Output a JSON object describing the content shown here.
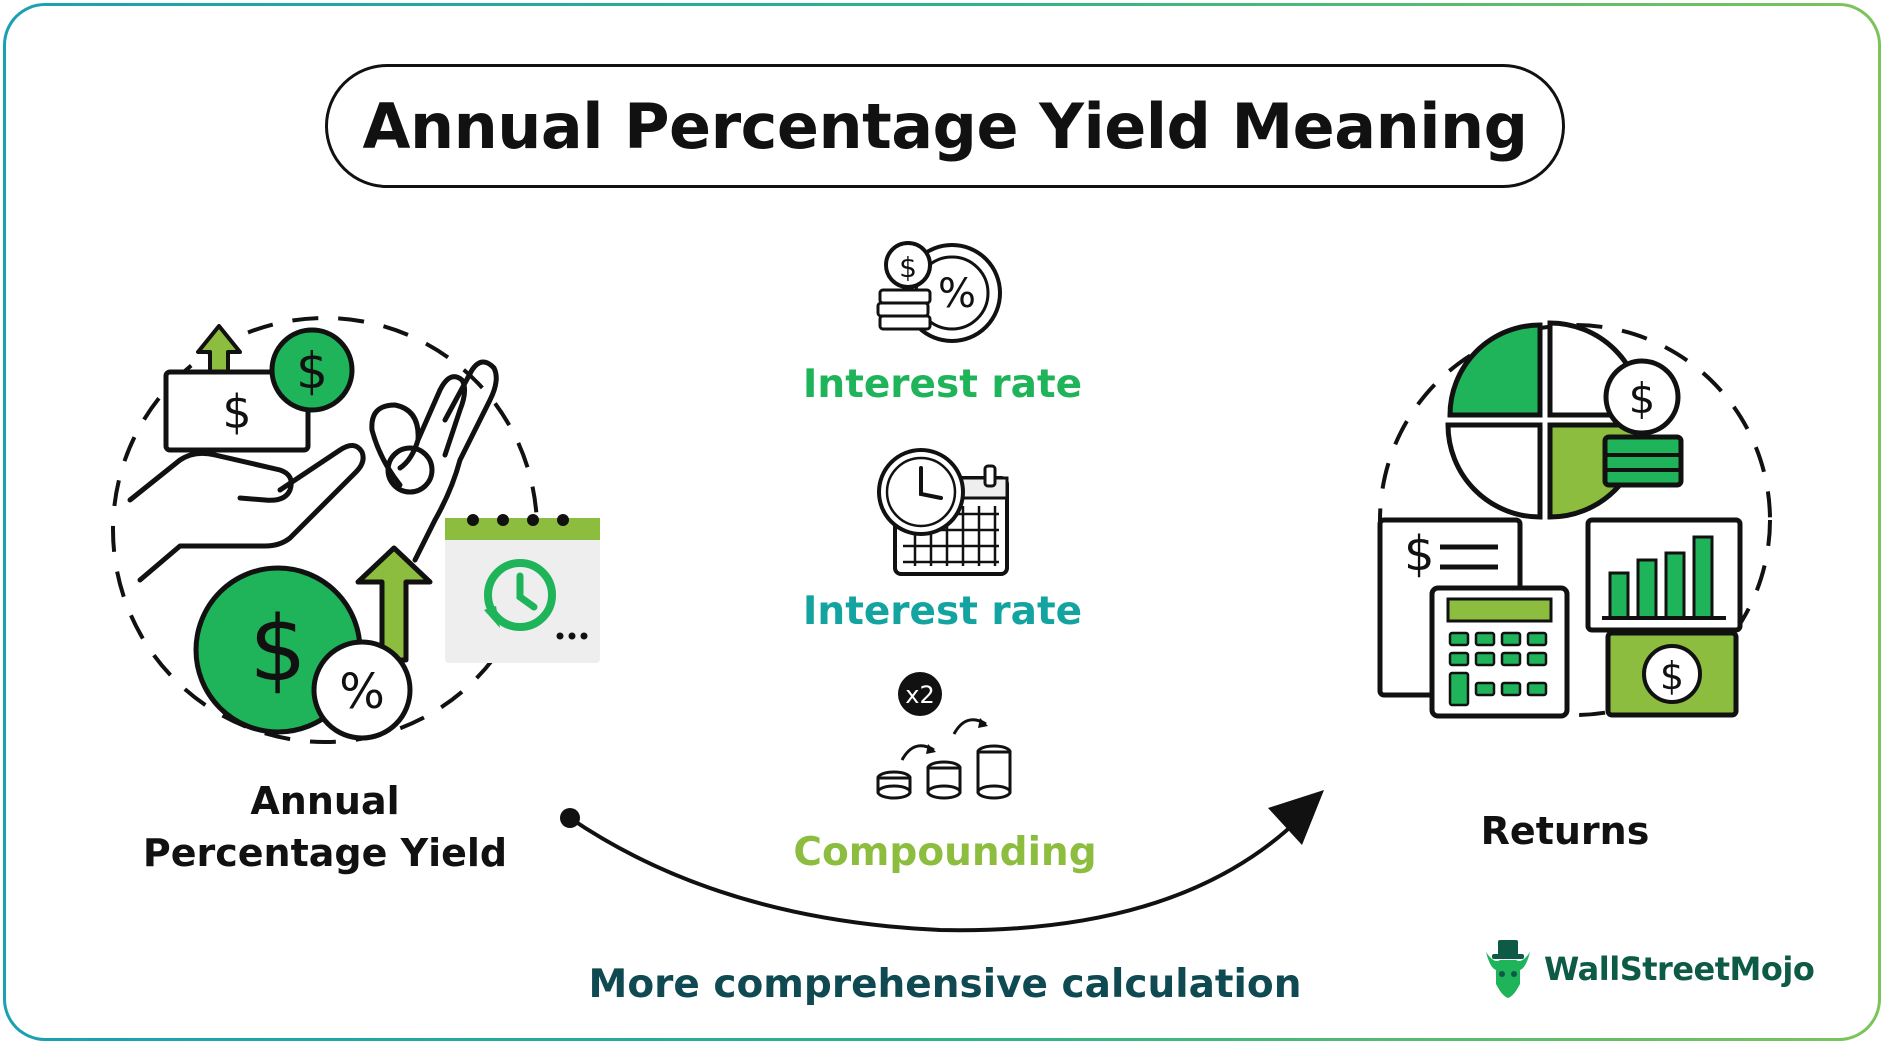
{
  "title": "Annual Percentage Yield Meaning",
  "left_node": {
    "label": "Annual Percentage Yield"
  },
  "right_node": {
    "label": "Returns"
  },
  "factors": [
    {
      "label": "Interest rate",
      "color": "#1fb35a",
      "icon": "interest-rate-icon"
    },
    {
      "label": "Interest rate",
      "color": "#13a3a0",
      "icon": "clock-calendar-icon"
    },
    {
      "label": "Compounding",
      "color": "#8cbd3f",
      "icon": "compounding-coins-icon",
      "badge": "x2"
    }
  ],
  "arrow_caption": "More comprehensive calculation",
  "brand": {
    "name": "WallStreetMojo",
    "color": "#0d5a46"
  },
  "colors": {
    "green": "#1fb35a",
    "light_green": "#8cbd3f",
    "teal": "#13a3a0",
    "dark_teal": "#0f4a52"
  }
}
